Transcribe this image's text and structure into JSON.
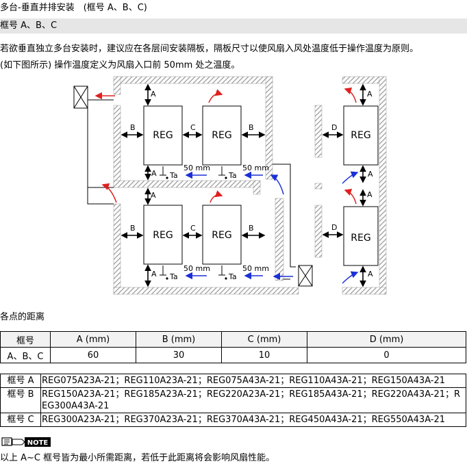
{
  "heading": "多台-垂直并排安装　(框号 A、B、C)",
  "frame_label": "框号 A、B、C",
  "intro_line1": "若欲垂直独立多台安装时，建议应在各层间安装隔板，隔板尺寸以使风扇入风处温度低于操作温度为原则。",
  "intro_line2": "(如下图所示) 操作温度定义为风扇入口前 50mm 处之温度。",
  "diagram": {
    "reg": "REG",
    "dim_a": "A",
    "dim_b": "B",
    "dim_c": "C",
    "dim_d": "D",
    "mm50": "50 mm",
    "ta": "Ta",
    "colors": {
      "hot_arrow": "#e02020",
      "cool_arrow": "#1a2fd6",
      "hatch": "#9a9a9a"
    }
  },
  "distance_title": "各点的距离",
  "distance_table": {
    "headers": [
      "框号",
      "A (mm)",
      "B (mm)",
      "C (mm)",
      "D (mm)"
    ],
    "row": [
      "A、B、C",
      "60",
      "30",
      "10",
      "0"
    ]
  },
  "models": [
    {
      "frame": "框号 A",
      "list": "REG075A23A-21；REG110A23A-21；REG075A43A-21；REG110A43A-21；REG150A43A-21"
    },
    {
      "frame": "框号 B",
      "list": "REG150A23A-21；REG185A23A-21；REG220A23A-21；REG185A43A-21；REG220A43A-21；REG300A43A-21"
    },
    {
      "frame": "框号 C",
      "list": "REG300A23A-21；REG370A23A-21；REG370A43A-21；REG450A43A-21；REG550A43A-21"
    }
  ],
  "note_badge": "NOTE",
  "note_text": "以上 A~C 框号皆为最小所需距离，若低于此距离将会影响风扇性能。"
}
